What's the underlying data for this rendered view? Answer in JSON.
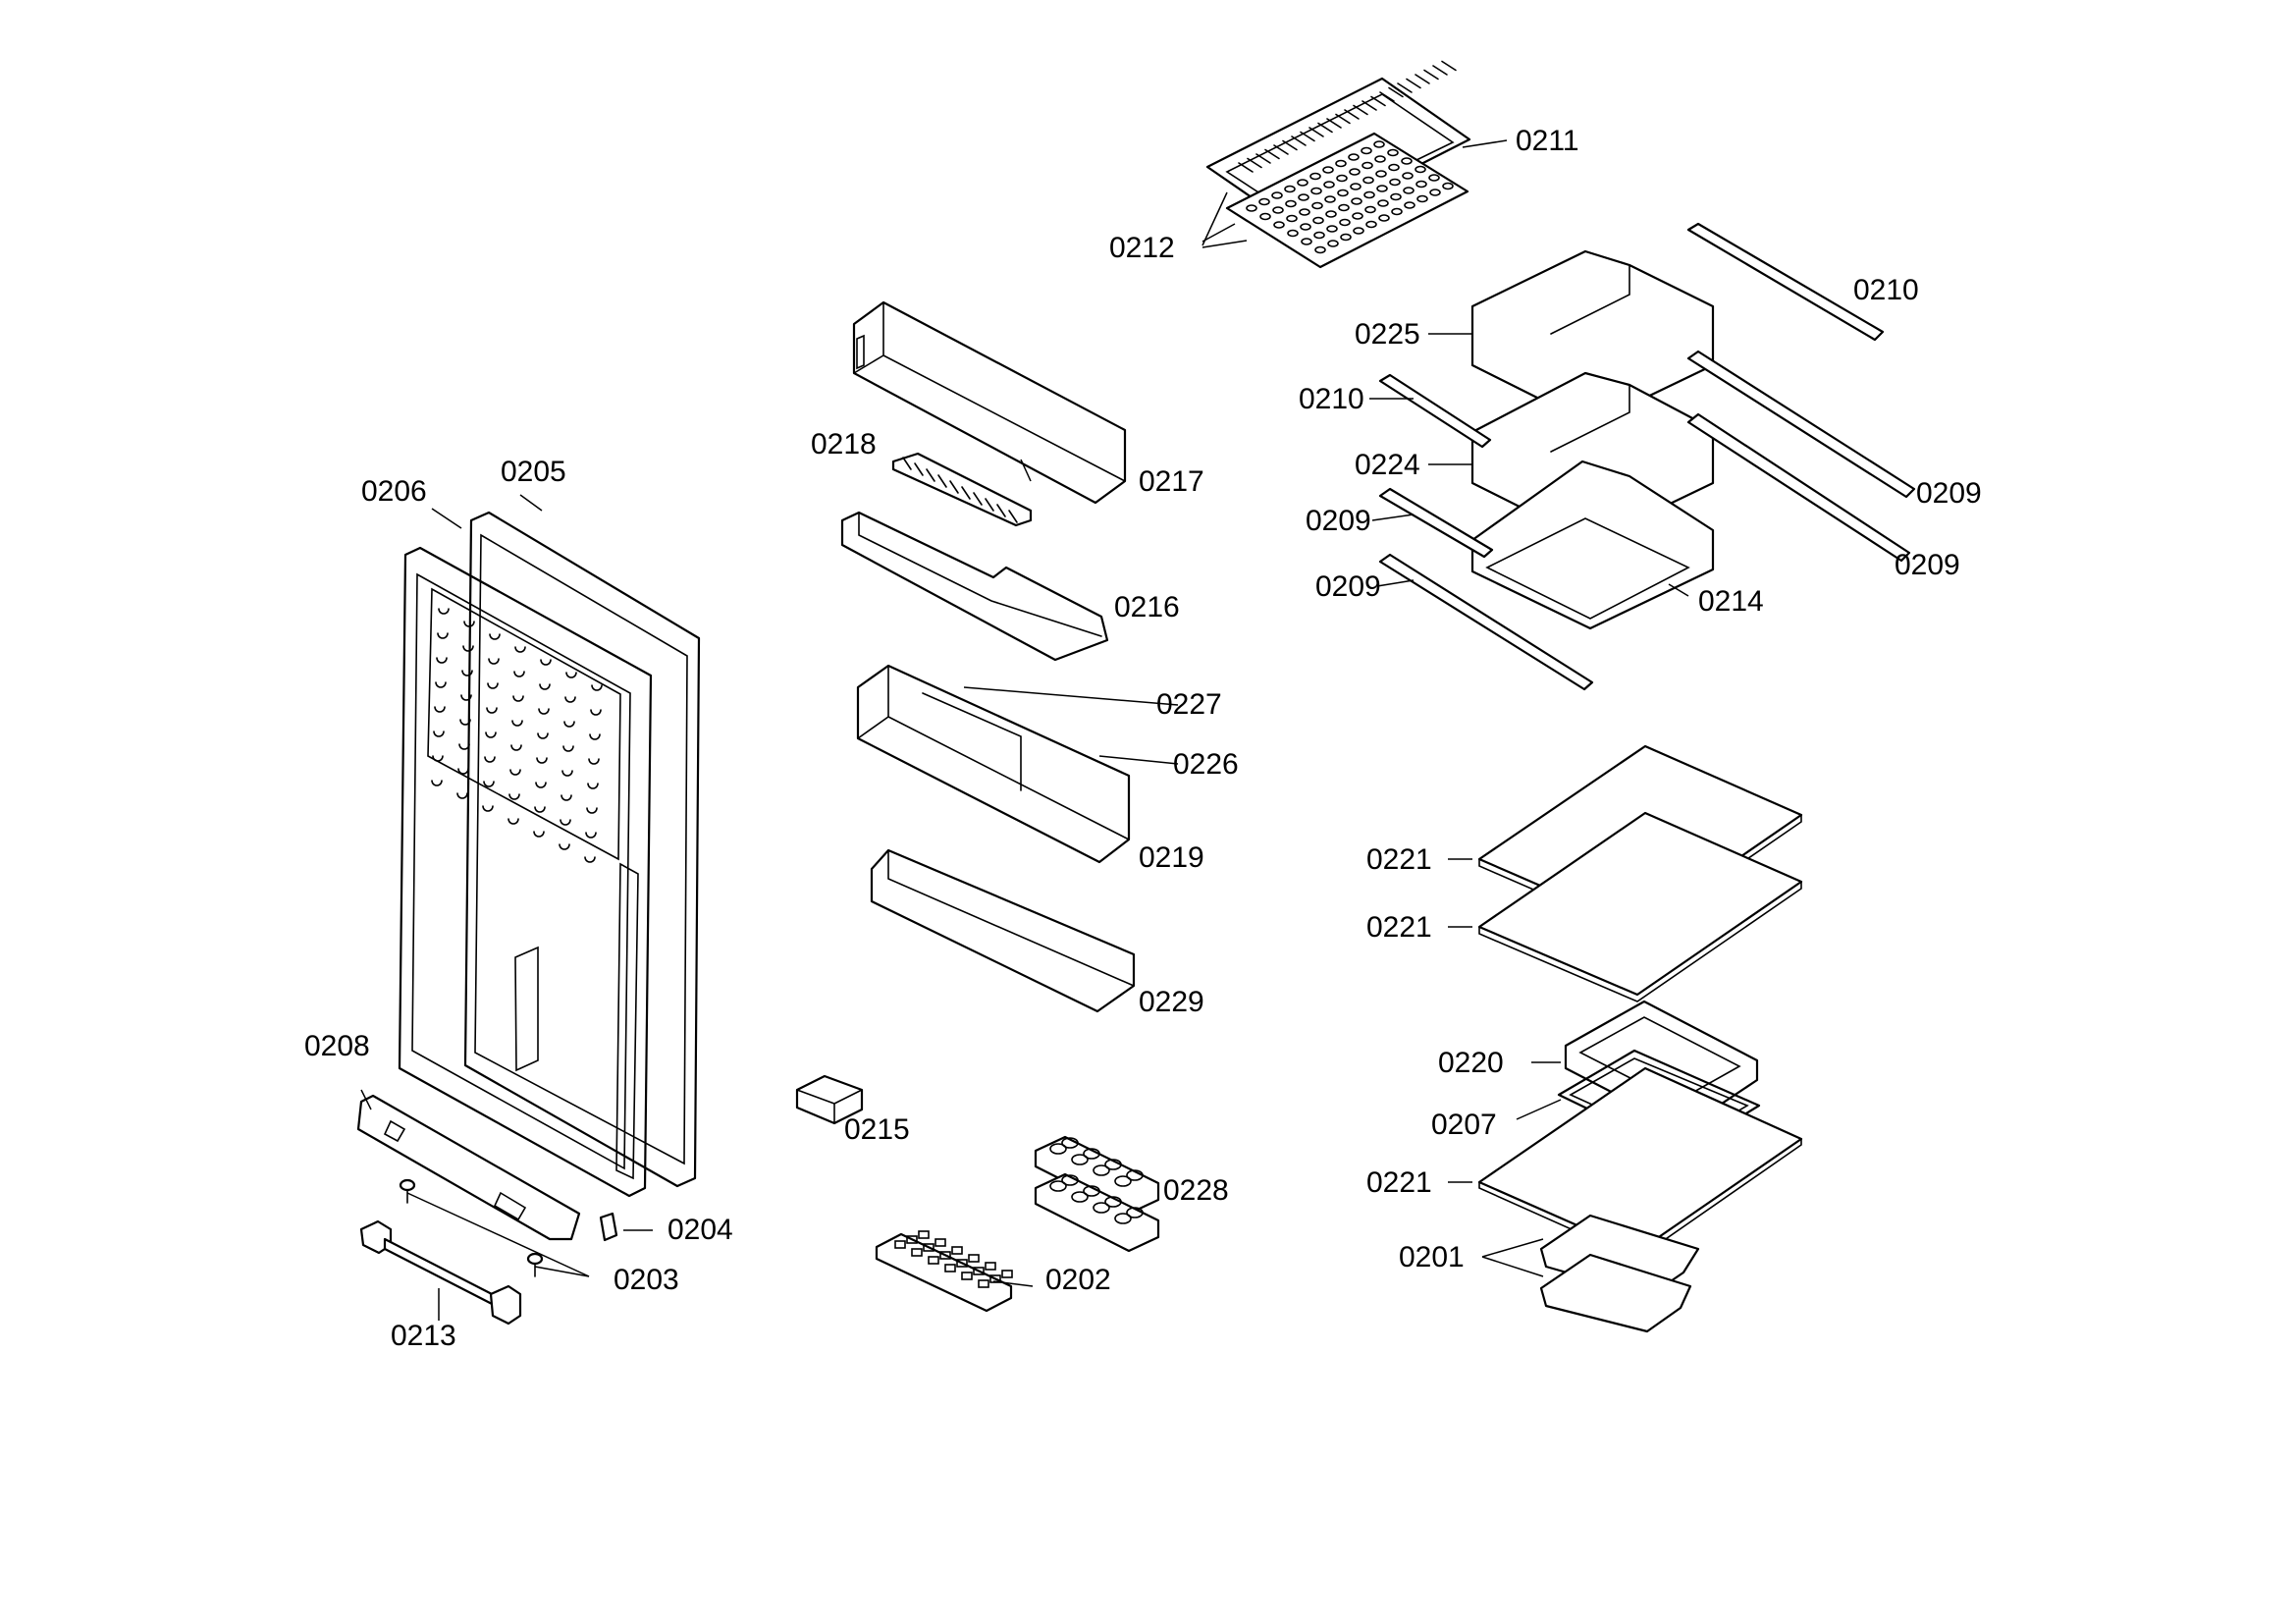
{
  "diagram": {
    "labels": {
      "p0211": "0211",
      "p0212": "0212",
      "p0210_a": "0210",
      "p0225": "0225",
      "p0210_b": "0210",
      "p0224": "0224",
      "p0209_a": "0209",
      "p0209_b": "0209",
      "p0209_c": "0209",
      "p0209_d": "0209",
      "p0214": "0214",
      "p0218": "0218",
      "p0217": "0217",
      "p0216": "0216",
      "p0227": "0227",
      "p0226": "0226",
      "p0219": "0219",
      "p0229": "0229",
      "p0215": "0215",
      "p0228": "0228",
      "p0202": "0202",
      "p0205": "0205",
      "p0206": "0206",
      "p0208": "0208",
      "p0204": "0204",
      "p0203": "0203",
      "p0213": "0213",
      "p0221_a": "0221",
      "p0221_b": "0221",
      "p0220": "0220",
      "p0207": "0207",
      "p0221_c": "0221",
      "p0201": "0201"
    }
  }
}
